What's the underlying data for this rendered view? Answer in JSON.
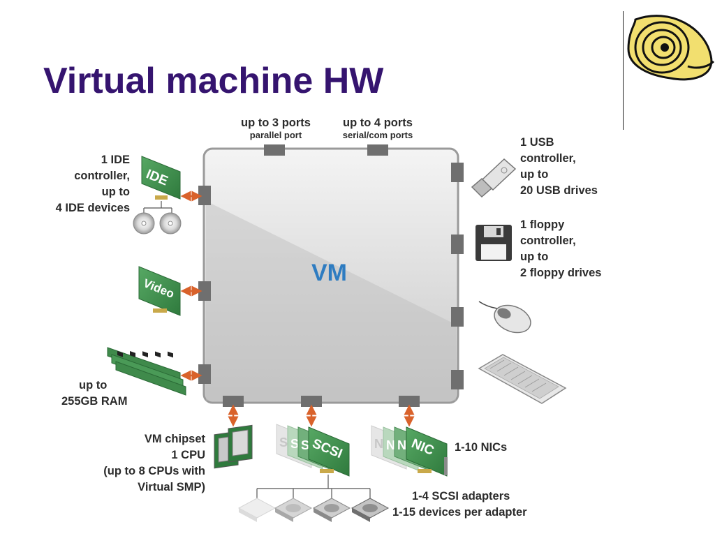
{
  "title": "Virtual machine HW",
  "colors": {
    "title": "#35146f",
    "vm_label": "#2e7cc1",
    "card_green": "#3a8c4a",
    "arrow": "#d9622b",
    "port": "#6f6f6f"
  },
  "vm_label": "VM",
  "ports": {
    "parallel": {
      "count": "up to 3 ports",
      "name": "parallel port"
    },
    "serial": {
      "count": "up to 4 ports",
      "name": "serial/com ports"
    }
  },
  "left": {
    "ide": [
      "1 IDE",
      "controller,",
      "up to",
      "4 IDE devices"
    ],
    "ram": [
      "up to",
      "255GB RAM"
    ]
  },
  "right": {
    "usb": [
      "1 USB",
      "controller,",
      "up to",
      "20 USB drives"
    ],
    "floppy": [
      "1 floppy",
      "controller,",
      "up to",
      "2 floppy drives"
    ]
  },
  "bottom": {
    "chipset": [
      "VM chipset",
      "1 CPU",
      "(up to 8 CPUs with",
      "Virtual SMP)"
    ],
    "nics": "1-10 NICs",
    "scsi": [
      "1-4 SCSI adapters",
      "1-15 devices per adapter"
    ]
  },
  "cards": {
    "ide": "IDE",
    "video": "Video",
    "scsi": "SCSI",
    "scsi_ghost": "S",
    "nic": "NIC",
    "nic_ghost": "N"
  },
  "icons": [
    "logo-spiral-icon",
    "ide-card-icon",
    "cd-disc-icon",
    "video-card-icon",
    "ram-module-icon",
    "usb-drive-icon",
    "floppy-disk-icon",
    "mouse-icon",
    "keyboard-icon",
    "cpu-chip-icon",
    "scsi-card-icon",
    "nic-card-icon",
    "hard-drive-icon"
  ]
}
